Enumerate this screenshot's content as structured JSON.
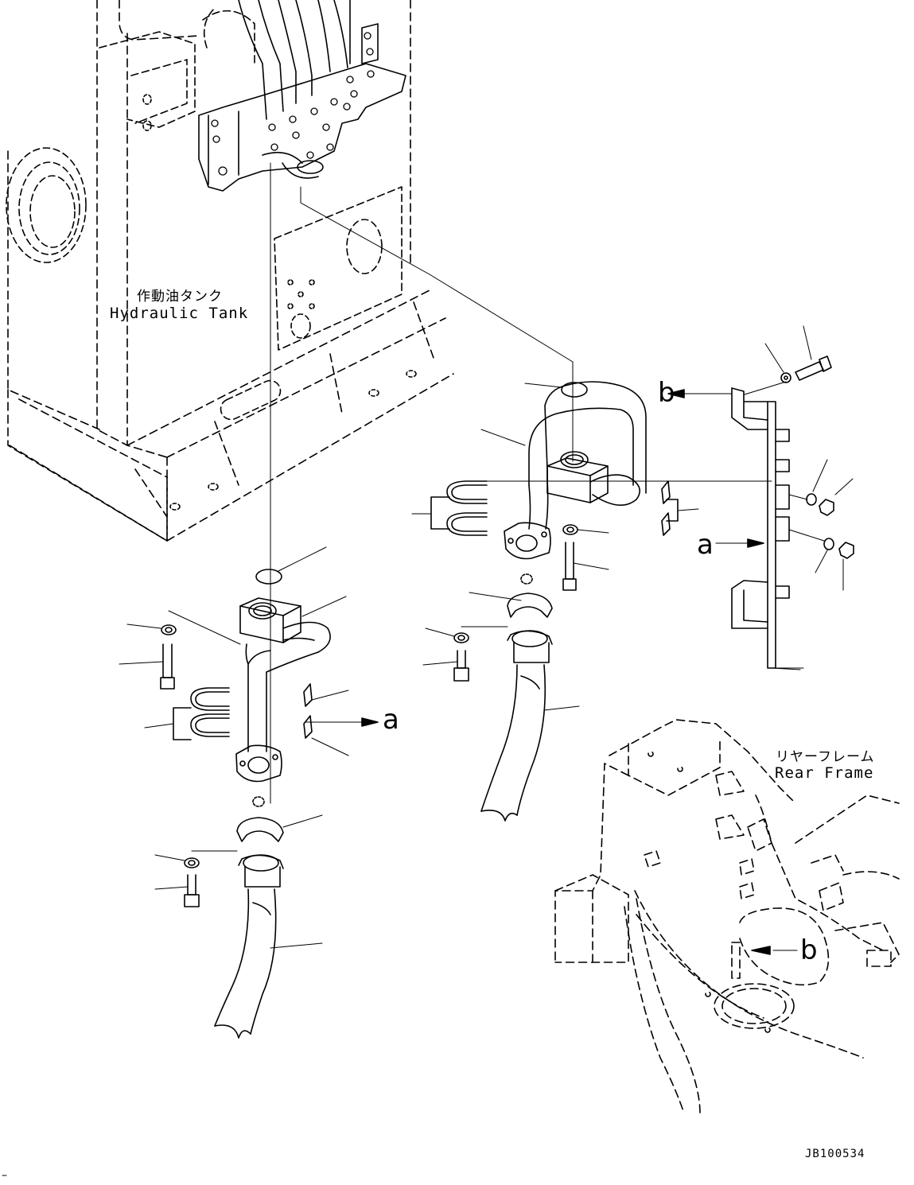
{
  "labels": {
    "hydraulic_tank_jp": "作動油タンク",
    "hydraulic_tank_en": "Hydraulic Tank",
    "rear_frame_jp": "リヤーフレーム",
    "rear_frame_en": "Rear Frame",
    "ref_a_1": "a",
    "ref_a_2": "a",
    "ref_b_1": "b",
    "ref_b_2": "b",
    "drawing_code": "JB100534"
  }
}
